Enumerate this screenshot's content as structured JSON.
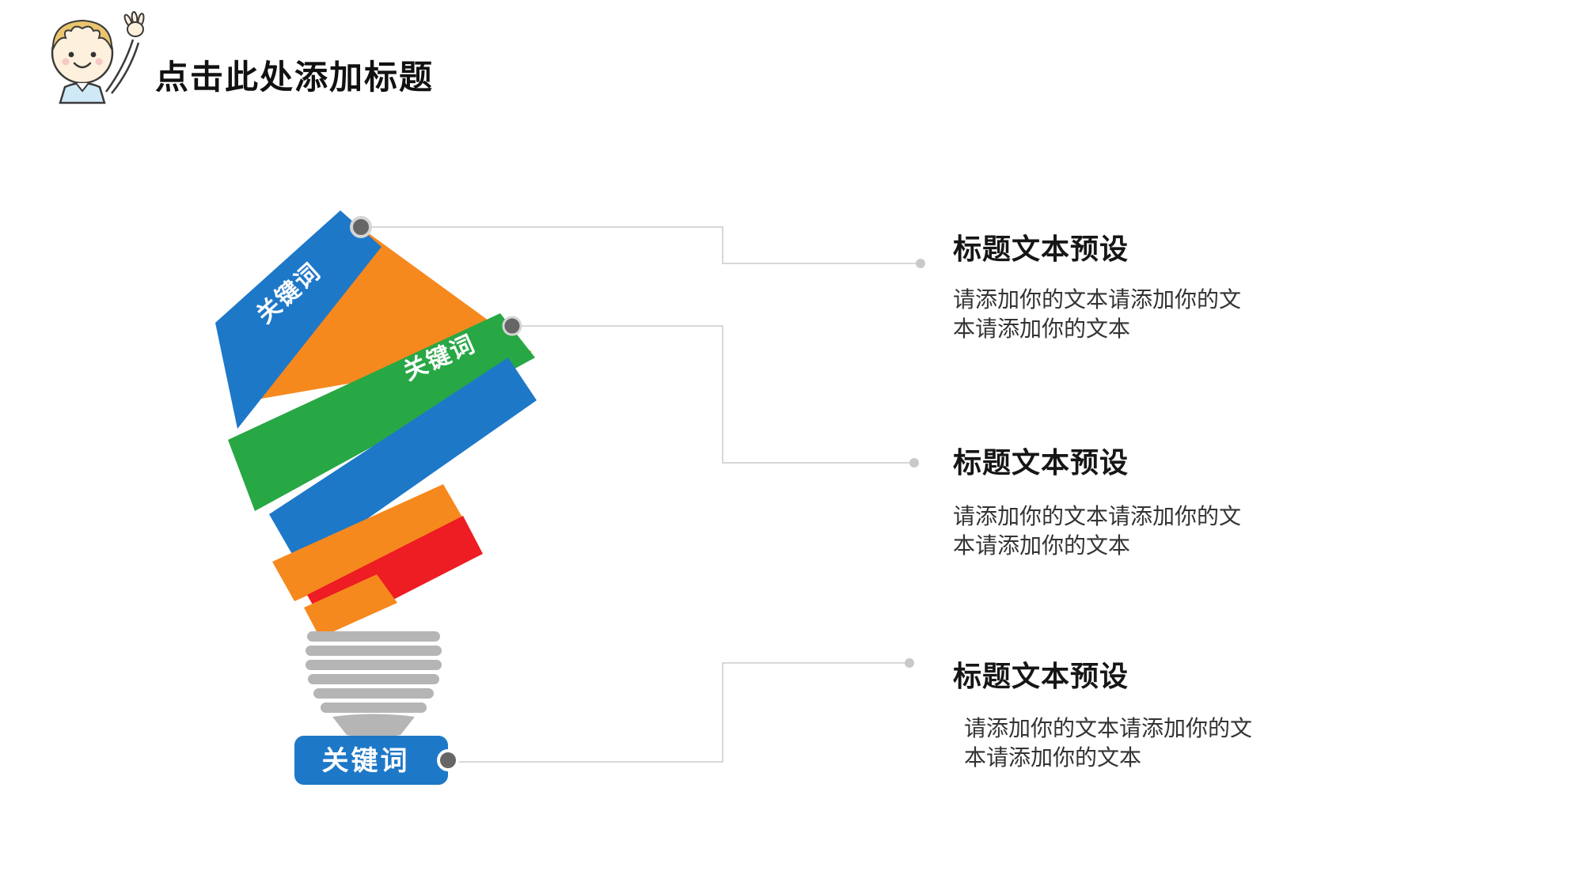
{
  "slide": {
    "title": "点击此处添加标题"
  },
  "bulb": {
    "ribbon_labels": [
      "关键词",
      "关键词"
    ],
    "base_label": "关键词"
  },
  "callouts": [
    {
      "title": "标题文本预设",
      "body": "请添加你的文本请添加你的文本请添加你的文本"
    },
    {
      "title": "标题文本预设",
      "body": "请添加你的文本请添加你的文本请添加你的文本"
    },
    {
      "title": "标题文本预设",
      "body": "请添加你的文本请添加你的文本请添加你的文本"
    }
  ],
  "colors": {
    "blue": "#1e78c8",
    "orange": "#f6891e",
    "green": "#28a745",
    "red": "#ee1c23",
    "base_gray": "#b5b5b5",
    "connector_gray": "#cccccc",
    "anchor_dot": "#666666",
    "title_text": "#111111",
    "body_text": "#333333"
  }
}
